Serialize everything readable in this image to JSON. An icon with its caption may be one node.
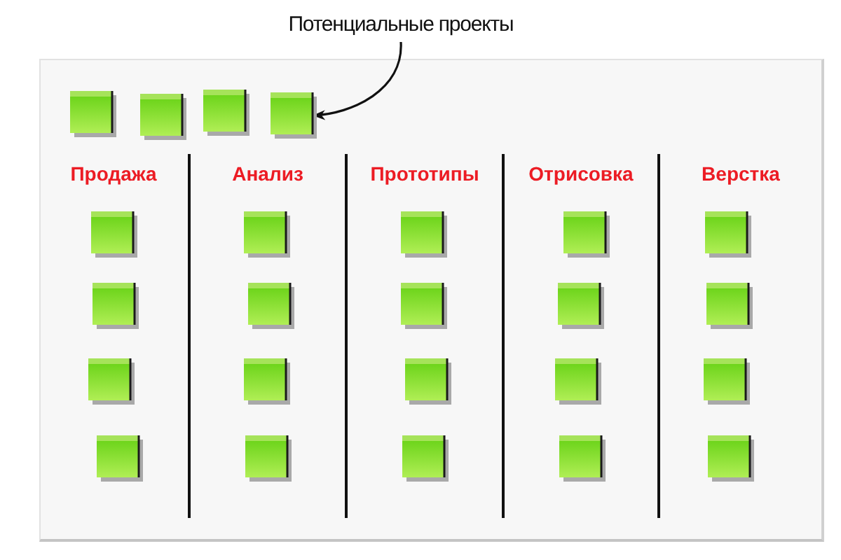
{
  "diagram": {
    "nodes": [
      {
        "text": [
          "Потенциальные проекты"
        ]
      },
      {
        "text": [],
        "shape": "box"
      },
      {
        "text": [],
        "shape": "box",
        "in": 1
      },
      {
        "text": [],
        "shape": "box",
        "in": 1
      },
      {
        "text": [],
        "shape": "box",
        "in": 1
      },
      {
        "text": [],
        "shape": "box",
        "in": 1
      },
      {
        "text": [
          "Продажа"
        ],
        "in": 1
      },
      {
        "text": [],
        "shape": "box",
        "in": 6
      },
      {
        "text": [],
        "shape": "box",
        "in": 6
      },
      {
        "text": [],
        "shape": "box",
        "in": 6
      },
      {
        "text": [],
        "shape": "box",
        "in": 6
      },
      {
        "text": [
          "Анализ"
        ],
        "in": 1
      },
      {
        "text": [],
        "shape": "box",
        "in": 11
      },
      {
        "text": [],
        "shape": "box",
        "in": 11
      },
      {
        "text": [],
        "shape": "box",
        "in": 11
      },
      {
        "text": [],
        "shape": "box",
        "in": 11
      },
      {
        "text": [
          "Прототипы"
        ],
        "in": 1
      },
      {
        "text": [],
        "shape": "box",
        "in": 16
      },
      {
        "text": [],
        "shape": "box",
        "in": 16
      },
      {
        "text": [],
        "shape": "box",
        "in": 16
      },
      {
        "text": [],
        "shape": "box",
        "in": 16
      },
      {
        "text": [
          "Отрисовка"
        ],
        "in": 1
      },
      {
        "text": [],
        "shape": "box",
        "in": 21
      },
      {
        "text": [],
        "shape": "box",
        "in": 21
      },
      {
        "text": [],
        "shape": "box",
        "in": 21
      },
      {
        "text": [],
        "shape": "box",
        "in": 21
      },
      {
        "text": [
          "Верстка"
        ],
        "in": 1
      },
      {
        "text": [],
        "shape": "box",
        "in": 26
      },
      {
        "text": [],
        "shape": "box",
        "in": 26
      },
      {
        "text": [],
        "shape": "box",
        "in": 26
      },
      {
        "text": [],
        "shape": "box",
        "in": 26
      }
    ],
    "edges": [
      {
        "from": 0,
        "to": 5,
        "arrow": "to"
      }
    ]
  }
}
